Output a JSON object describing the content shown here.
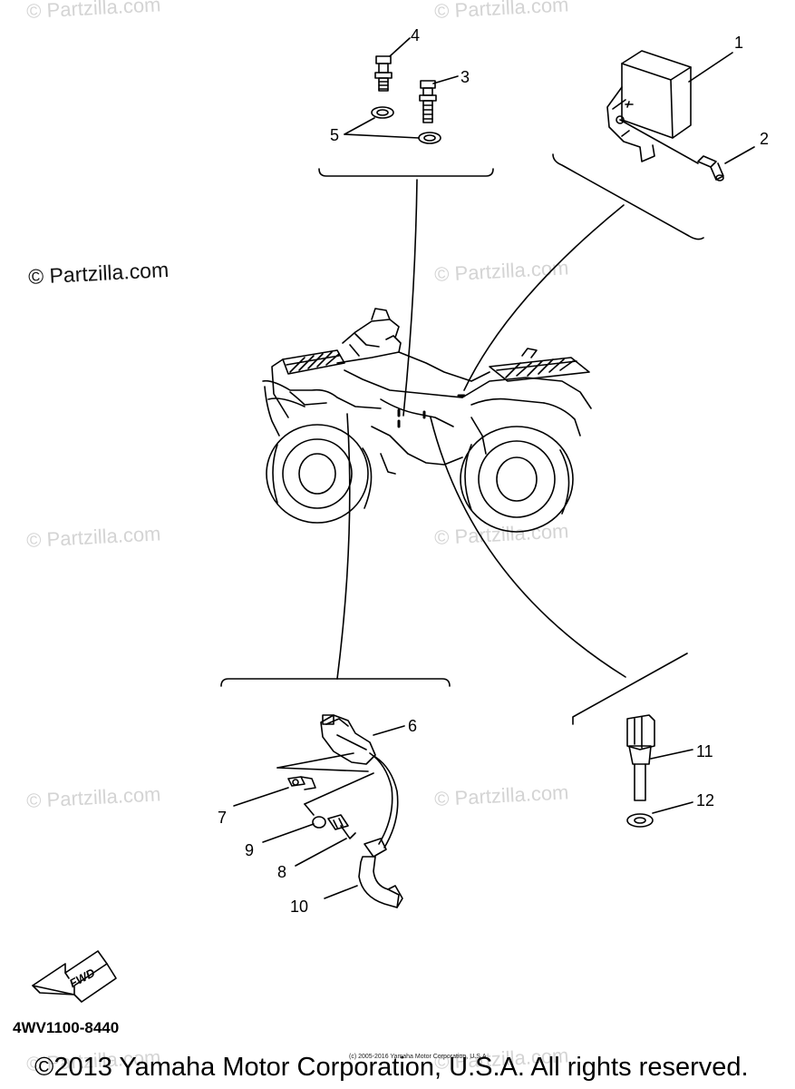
{
  "watermarks": {
    "w1": "© Partzilla.com",
    "w2": "© Partzilla.com",
    "w3": "© Partzilla.com",
    "w4": "© Partzilla.com",
    "w5": "© Partzilla.com",
    "w6": "© Partzilla.com",
    "w7": "© Partzilla.com",
    "w8": "© Partzilla.com",
    "w9": "© Partzilla.com",
    "w10": "© Partzilla.com"
  },
  "callouts": {
    "c1": "1",
    "c2": "2",
    "c3": "3",
    "c4": "4",
    "c5": "5",
    "c6": "6",
    "c7": "7",
    "c8": "8",
    "c9": "9",
    "c10": "10",
    "c11": "11",
    "c12": "12"
  },
  "fwd_label": "FWD",
  "part_number": "4WV1100-8440",
  "small_notice": "(c) 2005-2016 Yamaha Motor Corporation, U.S.A.",
  "copyright": "©2013 Yamaha Motor Corporation, U.S.A. All rights reserved."
}
